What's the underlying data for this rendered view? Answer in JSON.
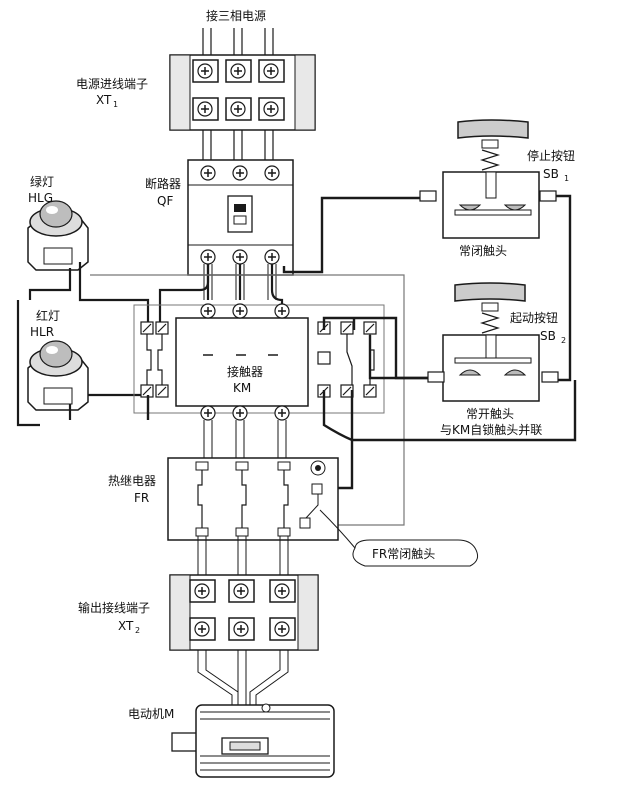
{
  "labels": {
    "power_in": "接三相电源",
    "xt1_name": "电源进线端子",
    "xt1_code": "XT",
    "xt1_sub": "1",
    "qf_name": "断路器",
    "qf_code": "QF",
    "green_name": "绿灯",
    "green_code": "HLG",
    "red_name": "红灯",
    "red_code": "HLR",
    "km_name": "接触器",
    "km_code": "KM",
    "stop_name": "停止按钮",
    "stop_code": "SB",
    "stop_sub": "1",
    "stop_contact": "常闭触头",
    "start_name": "起动按钮",
    "start_code": "SB",
    "start_sub": "2",
    "start_contact_1": "常开触头",
    "start_contact_2": "与KM自锁触头并联",
    "fr_name": "热继电器",
    "fr_code": "FR",
    "fr_contact": "FR常闭触头",
    "xt2_name": "输出接线端子",
    "xt2_code": "XT",
    "xt2_sub": "2",
    "motor_name": "电动机M"
  },
  "colors": {
    "line": "#1a1a1a",
    "fill": "#ffffff",
    "terminal": "#e8e8e8",
    "lamp": "#bdbdbd",
    "button": "#cccccc"
  }
}
